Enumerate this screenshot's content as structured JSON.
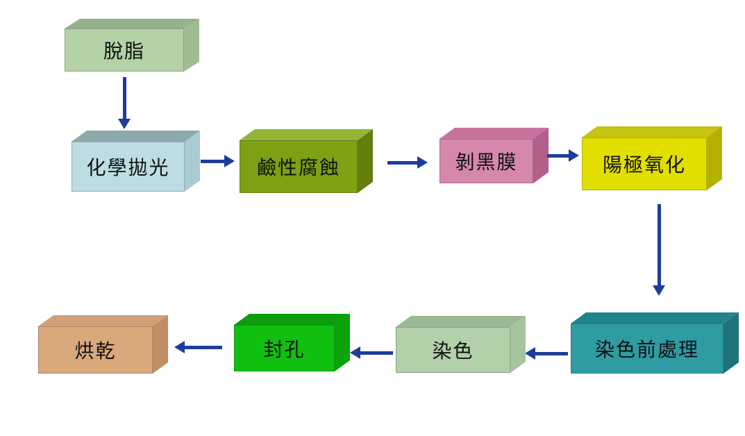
{
  "diagram": {
    "background_color": "#ffffff",
    "arrow_color": "#1e3d9b",
    "text_color": "#111111",
    "nodes": [
      {
        "id": "degrease",
        "label": "脫脂",
        "front": "#b4d2a6",
        "top": "#96b28c",
        "side": "#a0bd92"
      },
      {
        "id": "chemical-polish",
        "label": "化學拋光",
        "front": "#bddde2",
        "top": "#8ea9ad",
        "side": "#a9ccd2"
      },
      {
        "id": "alkaline-etch",
        "label": "鹼性腐蝕",
        "front": "#7ca112",
        "top": "#93b637",
        "side": "#637f0e"
      },
      {
        "id": "strip-black-film",
        "label": "剝黑膜",
        "front": "#d687ad",
        "top": "#c8739f",
        "side": "#b25f8b"
      },
      {
        "id": "anodize",
        "label": "陽極氧化",
        "front": "#e2df00",
        "top": "#c6c312",
        "side": "#b5b100"
      },
      {
        "id": "pre-dye-treatment",
        "label": "染色前處理",
        "front": "#2f9ba3",
        "top": "#23838a",
        "side": "#1d7379"
      },
      {
        "id": "dye",
        "label": "染色",
        "front": "#b2d0aa",
        "top": "#9cb996",
        "side": "#a6c49e"
      },
      {
        "id": "seal",
        "label": "封孔",
        "front": "#10c010",
        "top": "#0c9e0c",
        "side": "#0aa30a"
      },
      {
        "id": "dry",
        "label": "烘乾",
        "front": "#d9a97c",
        "top": "#cfa077",
        "side": "#bf8f63"
      }
    ],
    "edges": [
      {
        "from": "脫脂",
        "to": "化學拋光",
        "direction": "down"
      },
      {
        "from": "化學拋光",
        "to": "鹼性腐蝕",
        "direction": "right"
      },
      {
        "from": "鹼性腐蝕",
        "to": "剝黑膜",
        "direction": "right"
      },
      {
        "from": "剝黑膜",
        "to": "陽極氧化",
        "direction": "right"
      },
      {
        "from": "陽極氧化",
        "to": "染色前處理",
        "direction": "down"
      },
      {
        "from": "染色前處理",
        "to": "染色",
        "direction": "left"
      },
      {
        "from": "染色",
        "to": "封孔",
        "direction": "left"
      },
      {
        "from": "封孔",
        "to": "烘乾",
        "direction": "left"
      }
    ]
  }
}
